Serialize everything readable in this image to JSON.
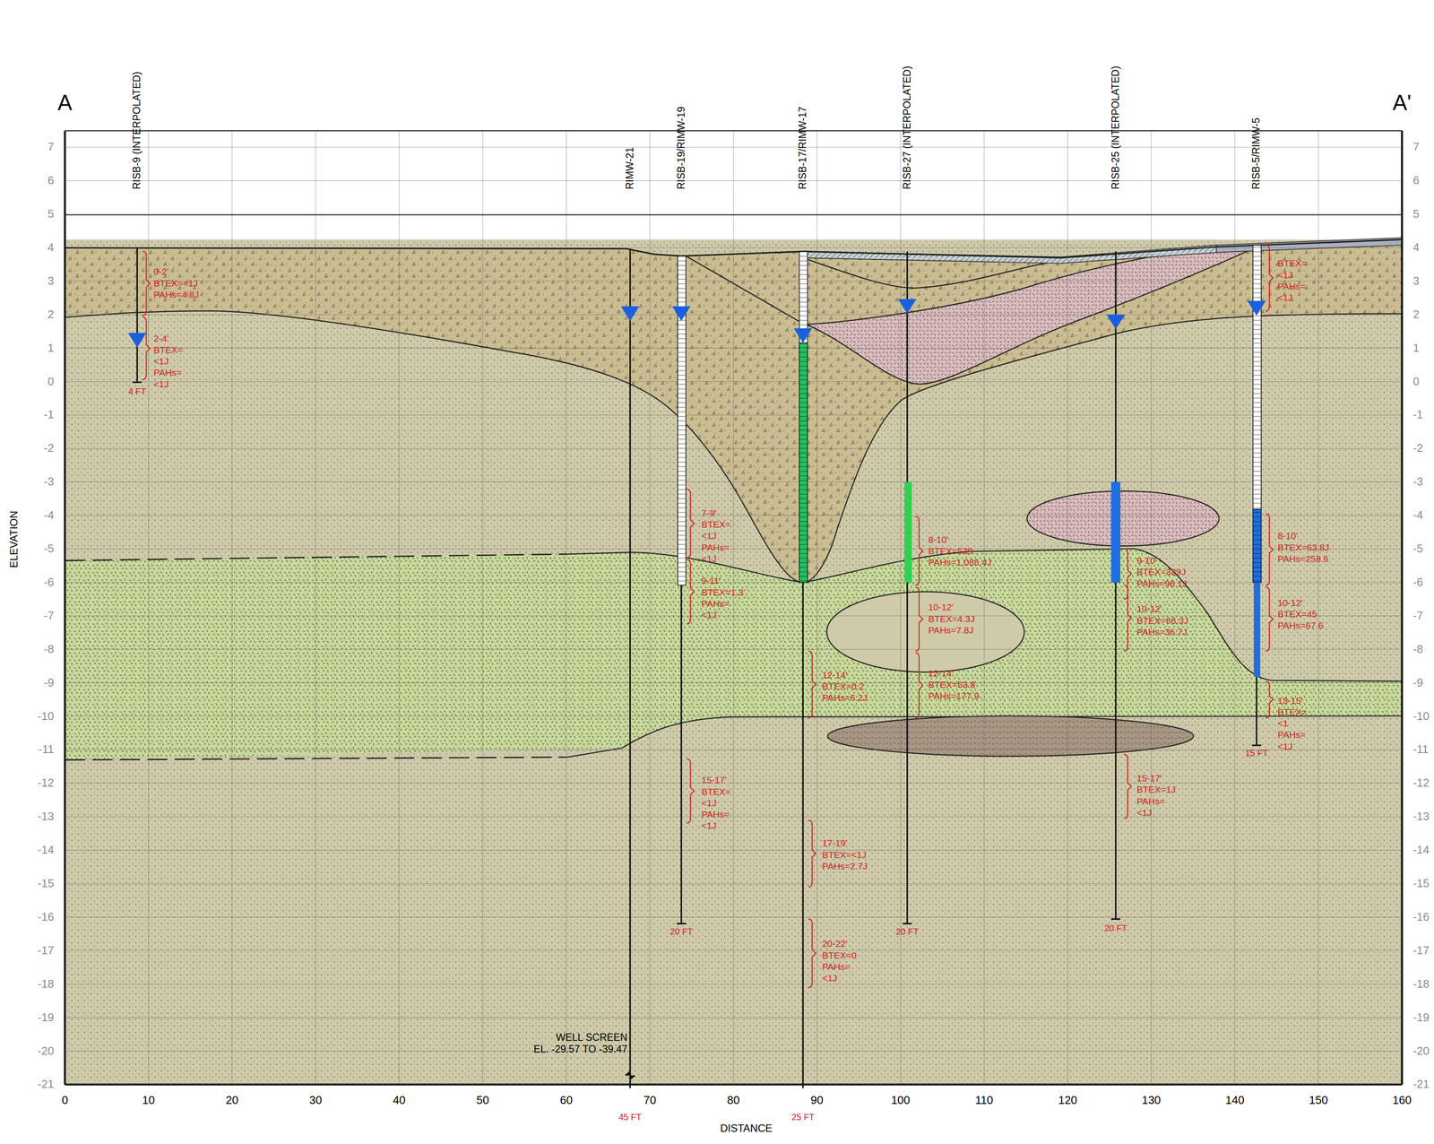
{
  "diagram": {
    "labels": [
      "A",
      "A'",
      "RISB-9 (INTERPOLATED)",
      "RIMW-21",
      "RISB-19/RIMW-19",
      "RISB-17/RIMW-17",
      "RISB-27 (INTERPOLATED)",
      "RISB-25 (INTERPOLATED)",
      "RISB-5/RIMW-5",
      "7",
      "6",
      "5",
      "4",
      "3",
      "2",
      "1",
      "0",
      "-1",
      "-2",
      "-3",
      "-4",
      "-5",
      "-6",
      "-7",
      "-8",
      "-9",
      "-10",
      "-11",
      "-12",
      "-13",
      "-14",
      "-15",
      "-16",
      "-17",
      "-18",
      "-19",
      "-20",
      "-21",
      "7",
      "6",
      "5",
      "4",
      "3",
      "2",
      "1",
      "0",
      "-1",
      "-2",
      "-3",
      "-4",
      "-5",
      "-6",
      "-7",
      "-8",
      "-9",
      "-10",
      "-11",
      "-12",
      "-13",
      "-14",
      "-15",
      "-16",
      "-17",
      "-18",
      "-19",
      "-20",
      "-21",
      "0",
      "10",
      "20",
      "30",
      "40",
      "50",
      "60",
      "70",
      "80",
      "90",
      "100",
      "110",
      "120",
      "130",
      "140",
      "150",
      "160",
      "ELEVATION",
      "DISTANCE",
      "0-2' BTEX=<1J PAHs=4.8J",
      "2-4' BTEX=<1J PAHs=<1J",
      "7-9' BTEX=<1J PAHs=<1J",
      "9-11' BTEX=1.3 PAHs=<1J",
      "15-17' BTEX=<1J PAHs=<1J",
      "12-14' BTEX=0.2 PAHs=6.2J",
      "17-19' BTEX=<1J PAHs=2.7J",
      "20-22' BTEX=0 PAHs=<1J",
      "8-10' BTEX=539 PAHs=1,086.4J",
      "10-12' BTEX=4.3J PAHs=7.8J",
      "12-14' BTEX=53.8 PAHs=177.9",
      "9-10' BTEX=329J PAHs=96.1J",
      "10-12' BTEX=66.3J PAHs=36.7J",
      "15-17' BTEX=1J PAHs=<1J",
      "BTEX=<1J PAHs=<1J",
      "8-10' BTEX=63.8J PAHs=258.6",
      "10-12' BTEX=45 PAHs=67.6",
      "13-15' BTEX=<1 PAHs=<1J",
      "4 FT",
      "45 FT",
      "20 FT",
      "25 FT",
      "20 FT",
      "20 FT",
      "15 FT",
      "WELL SCREEN",
      "EL. -29.57 TO -39.47"
    ]
  }
}
